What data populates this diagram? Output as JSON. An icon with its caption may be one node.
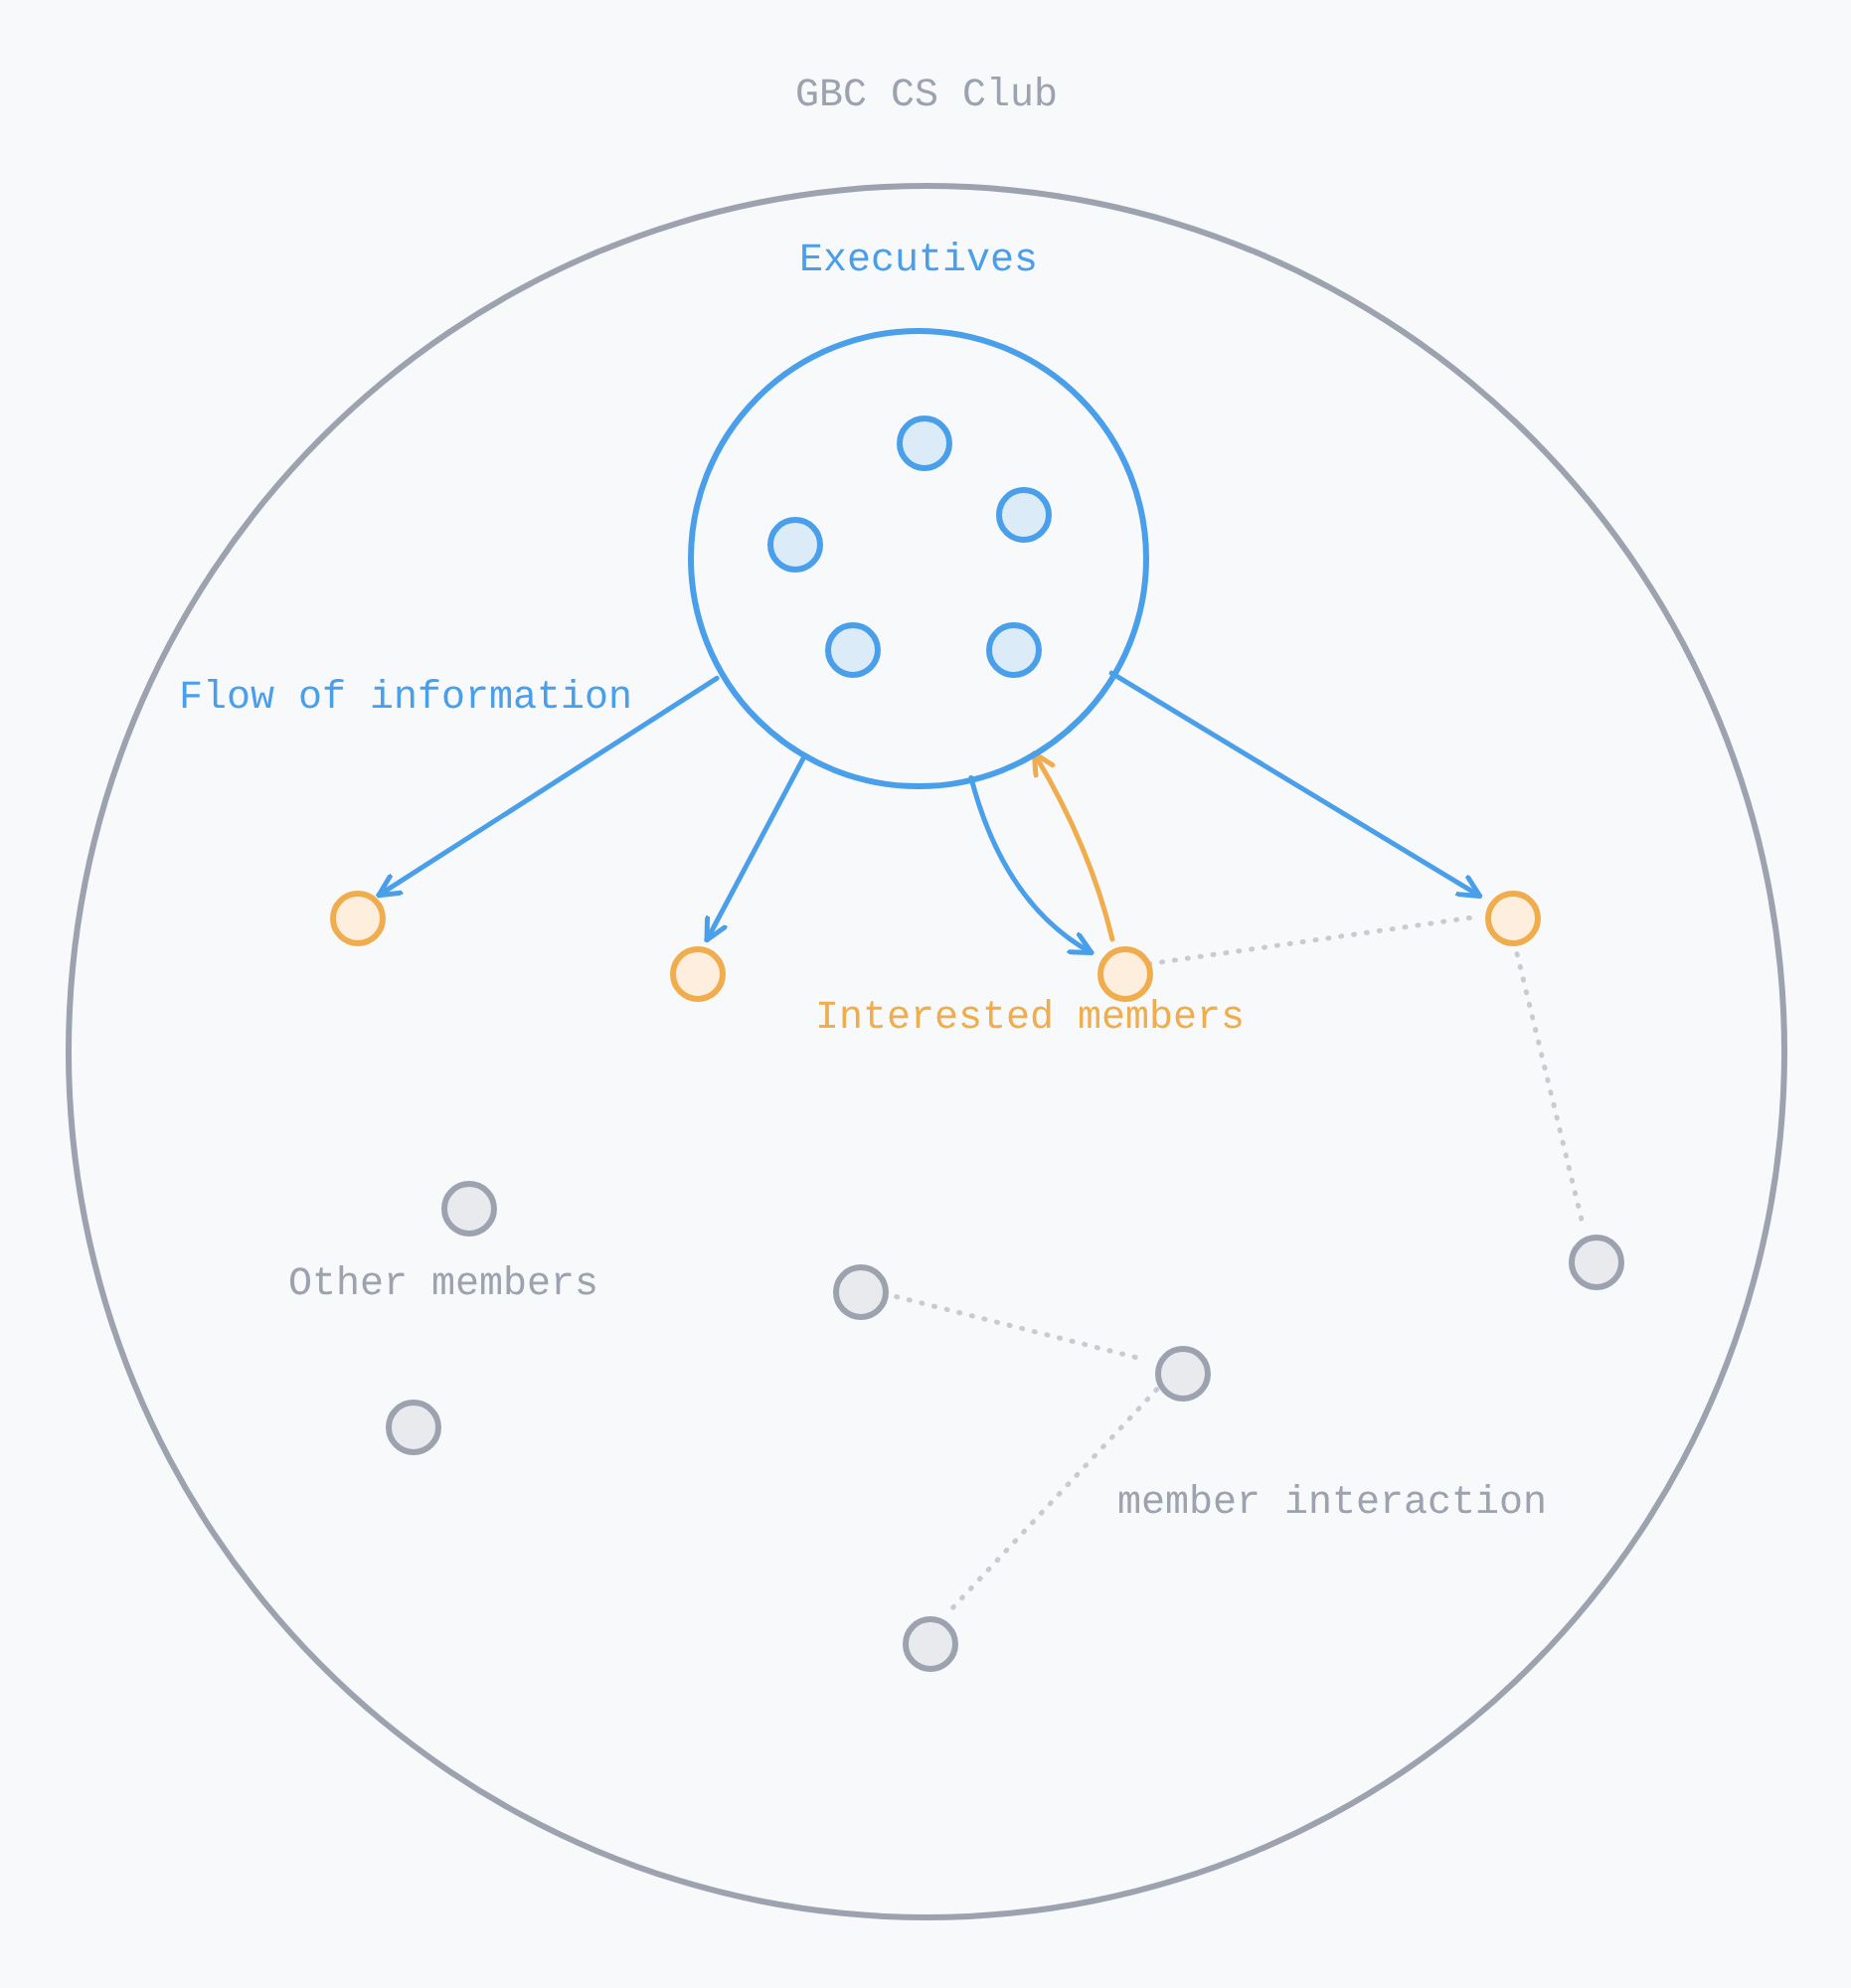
{
  "diagram": {
    "nodes": [
      {
        "text": [
          "GBC CS Club"
        ]
      },
      {
        "text": [
          "Executives"
        ],
        "in": 0
      },
      {
        "text": [],
        "shape": "circle",
        "in": 1
      },
      {
        "text": [],
        "shape": "circle",
        "in": 1
      },
      {
        "text": [],
        "shape": "circle",
        "in": 1
      },
      {
        "text": [],
        "shape": "circle",
        "in": 1
      },
      {
        "text": [],
        "shape": "circle",
        "in": 1
      },
      {
        "text": [],
        "shape": "circle",
        "in": 0
      },
      {
        "text": [],
        "shape": "circle",
        "in": 0
      },
      {
        "text": [],
        "shape": "circle",
        "in": 0
      },
      {
        "text": [],
        "shape": "circle",
        "in": 0
      },
      {
        "text": [],
        "shape": "circle",
        "in": 0
      },
      {
        "text": [],
        "shape": "circle",
        "in": 0
      },
      {
        "text": [],
        "shape": "circle",
        "in": 0
      },
      {
        "text": [],
        "shape": "circle",
        "in": 0
      },
      {
        "text": [],
        "shape": "circle",
        "in": 0
      },
      {
        "text": [],
        "shape": "circle",
        "in": 0
      }
    ],
    "edges": [
      {
        "from": 1,
        "to": 7,
        "arrow": "to"
      },
      {
        "from": 1,
        "to": 8,
        "arrow": "to"
      },
      {
        "from": 1,
        "to": 9,
        "arrow": "to"
      },
      {
        "from": 9,
        "to": 1,
        "arrow": "to",
        "color": "#f0ad4e"
      },
      {
        "from": 1,
        "to": 10,
        "arrow": "to"
      },
      {
        "from": 9,
        "to": 10,
        "arrow": "none",
        "style": "dashed",
        "color": "#c8cbd0"
      },
      {
        "from": 10,
        "to": 16,
        "arrow": "none",
        "style": "dashed",
        "color": "#c8cbd0"
      },
      {
        "from": 13,
        "to": 15,
        "arrow": "none",
        "style": "dashed",
        "color": "#c8cbd0"
      },
      {
        "from": 15,
        "to": 14,
        "arrow": "none",
        "style": "dashed",
        "color": "#c8cbd0"
      }
    ],
    "labels": [
      "Flow of information",
      "Interested members",
      "Other members",
      "member interaction"
    ]
  }
}
